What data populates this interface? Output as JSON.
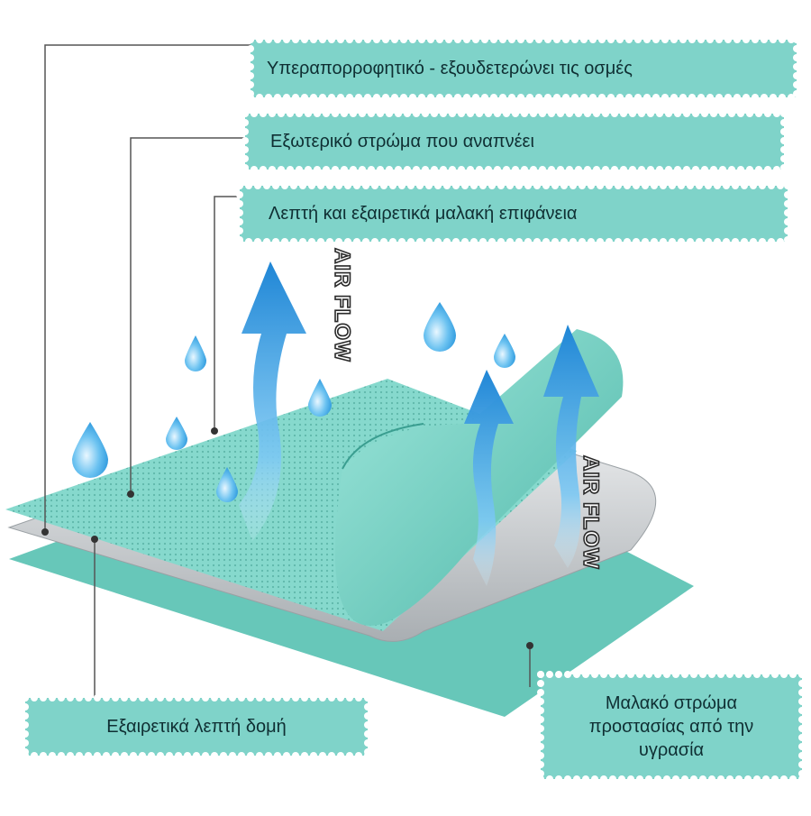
{
  "labels": {
    "top1": "Υπεραπορροφητικό - εξουδετερώνει τις οσμές",
    "top2": "Εξωτερικό στρώμα που αναπνέει",
    "top3": "Λεπτή και εξαιρετικά μαλακή επιφάνεια",
    "bottom_left": "Εξαιρετικά λεπτή δομή",
    "bottom_right_line1": "Μαλακό στρώμα",
    "bottom_right_line2": "προστασίας από την",
    "bottom_right_line3": "υγρασία"
  },
  "airflow_text": "AIR FLOW",
  "colors": {
    "label_fill": "#7fd3c9",
    "label_text": "#0f2f33",
    "layer_teal": "#67c7b9",
    "top_layer": "#8ee0d4",
    "silver": "#cfd3d6",
    "arrow_blue": "#2f9ee3",
    "drop_blue": "#3ba6e8",
    "leader_line": "#555555"
  },
  "icons": [
    "air-arrow-icon",
    "water-drop-icon"
  ]
}
